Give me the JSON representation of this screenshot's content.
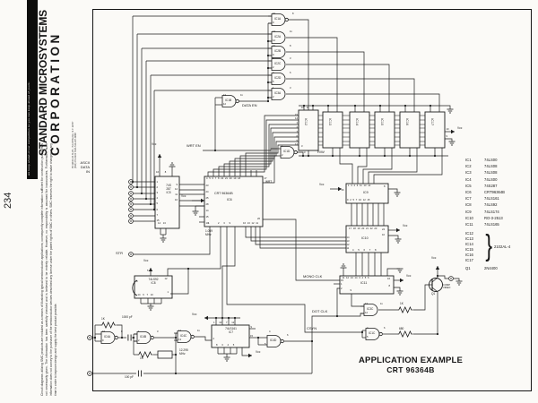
{
  "sidebar": {
    "slogan": "we keep ahead of our competition so you can keep ahead of yours.",
    "brand_line1": "STANDARD MICROSYSTEMS",
    "brand_line2": "CORPORATION",
    "address": "35 MARCUS BLVD., HAUPPAUGE, N.Y. 11787\n(516) 273-3100   TWX-510-227-8898",
    "disclaimer": "Circuit diagrams utilizing SMC products are included as a means of illustrating typical semiconductor applications; consequently complete information sufficient for construction purposes is not necessarily given. The information has been carefully checked and is believed to be entirely reliable. However, no responsibility is assumed for inaccuracies. Furthermore, such information does not convey to the purchaser of the semiconductor devices described any license under the patent rights of SMC or others. SMC reserves the right to make changes at any time in order to improve design and supply the best product possible.",
    "page_number": "234"
  },
  "title": {
    "line1": "APPLICATION EXAMPLE",
    "line2": "CRT 96364B"
  },
  "labels": {
    "vcc": "Vcc",
    "wrt_en": "WRT EN",
    "wrt": "WRT",
    "rw": "R/W",
    "data_en": "DATA EN",
    "ascii_data_in": "ASCII\nDATA\nIN",
    "str": "STR",
    "mono_clk": "MONO CLK",
    "dot_clk": "DOT CLK",
    "csyn": "CSYN",
    "comp_video": "COMP\nVIDEO",
    "q1": "Q1"
  },
  "values": {
    "r_1k": "1K",
    "r_680": "680",
    "c_1000pf": "1000 pF",
    "c_100pf": "100 pF",
    "xtal": "12.295\nMHz",
    "clock": "1.059\nMHz"
  },
  "chips": {
    "ic5": {
      "name": "74S\n287\nIC5",
      "pins_top": "16 8",
      "pins_left": "1\n2\n3\n4\n5\n6\n7\n15",
      "pins_right": "9\n12\n11\n10",
      "pins_bottom": "14 13"
    },
    "ic6": {
      "name": "CRT 96364B",
      "ref": "IC6",
      "pins_top": "4 5 6 7 8 22 21 20 19 18",
      "pin_17": "17",
      "pins_left": "23\n24\n25\n28\n14\n15\n10",
      "pin_b1": "1",
      "pins_bottom_a": "2 3 9",
      "pins_bottom_b": "16 13 12 11",
      "pin_26": "26"
    },
    "ic7": {
      "name": "74LS161\nIC7",
      "pins_top": "1 10 7 12",
      "pin_left": "2",
      "pins_bottom": "8 3 4 5",
      "pin_r1": "9",
      "pin_r2": "15"
    },
    "ic8": {
      "name": "74LS92\nIC8",
      "pin_top": "5",
      "pin_tr": "12",
      "pin_left": "8",
      "pins_bottom": "14 6 7 10",
      "pin_br": "1"
    },
    "ic9": {
      "ref": "IC9",
      "pins_top": "1 3 4 6 11 13 14",
      "pins_bottom": "9 2 5 7 10 12 15",
      "pin_left": "16",
      "pin_right": "8"
    },
    "ic10": {
      "ref": "IC10",
      "pins_top": "17 18 19 20 21 22 23",
      "pins_left": "14\n13\n12\n11",
      "pin_r1": "24",
      "pin_r2": "10",
      "pins_bottom": "4 5 6 7 8"
    },
    "ic11": {
      "ref": "IC11",
      "pins_top": "11 12 13 14 3 4 5 6",
      "pins_left": "15\n1\n2",
      "pin_r1": "16",
      "pin_r2": "8",
      "pin_bottom": "9"
    },
    "ic12": {
      "ref": "IC12",
      "pins_top": "10 11",
      "pins_left": "15\n14\n1\n2\n7\n6\n5\n12",
      "pin_bottom": "3"
    },
    "ic13": {
      "ref": "IC13"
    },
    "ic14": {
      "ref": "IC14"
    },
    "ic15": {
      "ref": "IC15"
    },
    "ic16": {
      "ref": "IC16"
    },
    "ic17": {
      "ref": "IC17",
      "pin_r1": "10",
      "pin_r2": "9"
    }
  },
  "gates": {
    "g1": {
      "label": "IC1A",
      "in1": "10",
      "in2": "9",
      "out": "8"
    },
    "g2": {
      "label": "IC2A",
      "in1": "13",
      "in2": "12",
      "out": "11"
    },
    "g3": {
      "label": "IC2B",
      "in1": "10",
      "in2": "9",
      "out": "8"
    },
    "g4": {
      "label": "IC2C",
      "in1": "1",
      "in2": "2",
      "out": "3"
    },
    "g5": {
      "label": "IC2D",
      "in1": "4",
      "in2": "5",
      "out": "6"
    },
    "g6": {
      "label": "IC3A",
      "in1": "1",
      "in2": "2",
      "out": "3"
    },
    "g7": {
      "label": "IC1B",
      "in1": "13",
      "in2": "12",
      "out": "11"
    },
    "g8": {
      "label": "IC1D",
      "in1": "1",
      "in2": "2",
      "out": "3"
    },
    "g9": {
      "label": "IC4A",
      "in1": "10",
      "in2": "9",
      "out": "8"
    },
    "g10": {
      "label": "IC4B",
      "in1": "1",
      "in2": "2",
      "out": "3"
    },
    "g11": {
      "label": "IC4C",
      "in1": "12",
      "in2": "13",
      "out": "11"
    },
    "g12": {
      "label": "IC4D",
      "in1": "4",
      "in2": "5",
      "out": "6"
    },
    "g13": {
      "label": "IC3C",
      "in1": "13",
      "in2": "12",
      "out": "11"
    },
    "g14": {
      "label": "IC1C",
      "in1": "4",
      "in2": "5",
      "out": "6"
    }
  },
  "parts_list": {
    "items": [
      {
        "ref": "IC1",
        "part": "74LS00"
      },
      {
        "ref": "IC2",
        "part": "74LS08"
      },
      {
        "ref": "IC3",
        "part": "74LS08"
      },
      {
        "ref": "IC4",
        "part": "74LS00"
      },
      {
        "ref": "IC5",
        "part": "74S287"
      },
      {
        "ref": "IC6",
        "part": "CRT96364B"
      },
      {
        "ref": "IC7",
        "part": "74LS161"
      },
      {
        "ref": "IC8",
        "part": "74LS92"
      },
      {
        "ref": "IC9",
        "part": "74LS174"
      },
      {
        "ref": "IC10",
        "part": "RO-3-2513"
      },
      {
        "ref": "IC11",
        "part": "74LS165"
      }
    ],
    "group_refs": [
      "IC12",
      "IC13",
      "IC14",
      "IC15",
      "IC16",
      "IC17"
    ],
    "group_brace": "}",
    "group_part": "2102AL-4",
    "q_ref": "Q1",
    "q_part": "2N4400"
  }
}
